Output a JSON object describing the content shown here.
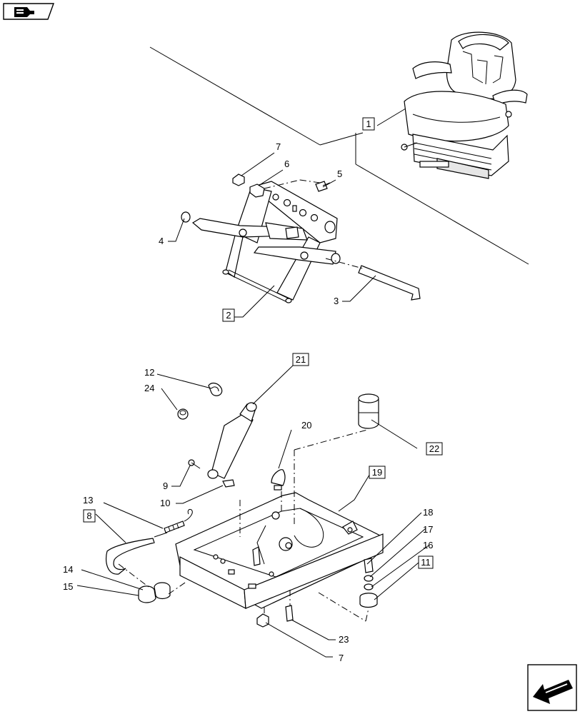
{
  "diagram": {
    "callouts_plain": [
      "7",
      "6",
      "5",
      "4",
      "3",
      "12",
      "24",
      "20",
      "9",
      "10",
      "13",
      "18",
      "17",
      "16",
      "14",
      "15",
      "23",
      "7"
    ],
    "callouts_boxed": [
      "1",
      "2",
      "21",
      "22",
      "19",
      "8",
      "11"
    ]
  },
  "nav": {
    "top_badge_icon": "tractor-book-icon",
    "bottom_arrow_icon": "previous-page-arrow-icon"
  }
}
